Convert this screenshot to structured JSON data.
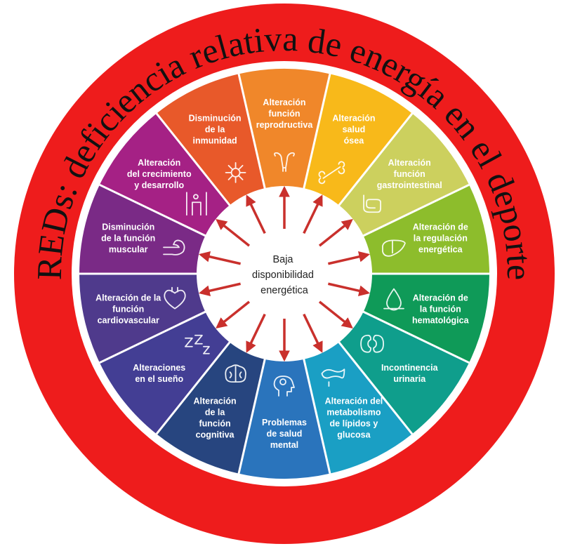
{
  "title": "REDs: deficiencia relativa de energía en el deporte",
  "center": [
    "Baja",
    "disponibilidad",
    "energética"
  ],
  "colors": {
    "ring": "#ee1c1c",
    "arrow": "#c9302c",
    "center_bg": "#ffffff"
  },
  "segments": [
    {
      "id": "reproductiva",
      "lines": [
        "Alteración",
        "función",
        "reprodructiva"
      ],
      "color": "#f0872a",
      "icon": "uterus-icon"
    },
    {
      "id": "osea",
      "lines": [
        "Alteración",
        "salud",
        "ósea"
      ],
      "color": "#f8b91a",
      "icon": "bone-icon"
    },
    {
      "id": "gastro",
      "lines": [
        "Alteración",
        "función",
        "gastrointestinal"
      ],
      "color": "#ccd05e",
      "icon": "intestine-icon"
    },
    {
      "id": "energetica",
      "lines": [
        "Alteración de",
        "la regulación",
        "energética"
      ],
      "color": "#8dbd2c",
      "icon": "liver-icon"
    },
    {
      "id": "hematologica",
      "lines": [
        "Alteración de",
        "la función",
        "hematológica"
      ],
      "color": "#0f9a58",
      "icon": "blood-drop-icon"
    },
    {
      "id": "urinaria",
      "lines": [
        "Incontinencia",
        "urinaria"
      ],
      "color": "#0f9e8c",
      "icon": "kidney-icon"
    },
    {
      "id": "lipidos",
      "lines": [
        "Alteración del",
        "metabolismo",
        "de lípidos y",
        "glucosa"
      ],
      "color": "#1a9fc4",
      "icon": "pancreas-icon"
    },
    {
      "id": "mental",
      "lines": [
        "Problemas",
        "de salud",
        "mental"
      ],
      "color": "#2a74bc",
      "icon": "head-brain-icon"
    },
    {
      "id": "cognitiva",
      "lines": [
        "Alteración",
        "de la",
        "función",
        "cognitiva"
      ],
      "color": "#27457f",
      "icon": "brain-icon"
    },
    {
      "id": "sueno",
      "lines": [
        "Alteraciones",
        "en el sueño"
      ],
      "color": "#433e94",
      "icon": "sleep-zzz-icon"
    },
    {
      "id": "cardiovascular",
      "lines": [
        "Alteración de la",
        "función",
        "cardiovascular"
      ],
      "color": "#4f3a8c",
      "icon": "heart-icon"
    },
    {
      "id": "muscular",
      "lines": [
        "Disminución",
        "de la función",
        "muscular"
      ],
      "color": "#7a2a86",
      "icon": "muscle-arm-icon"
    },
    {
      "id": "crecimiento",
      "lines": [
        "Alteración",
        "del crecimiento",
        "y desarrollo"
      ],
      "color": "#a52185",
      "icon": "growth-icon"
    },
    {
      "id": "inmunidad",
      "lines": [
        "Disminución",
        "de la",
        "inmunidad"
      ],
      "color": "#e8592a",
      "icon": "virus-icon"
    }
  ]
}
